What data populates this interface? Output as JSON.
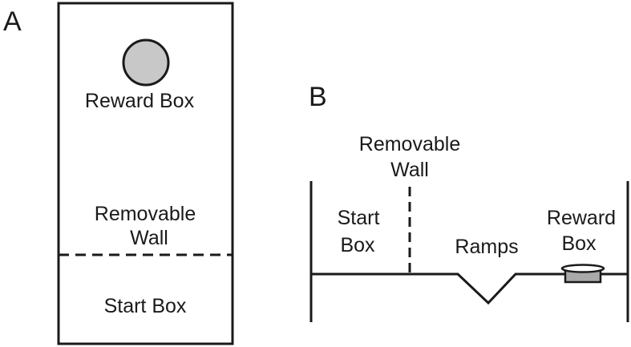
{
  "panel_a": {
    "letter": "A",
    "reward_box": "Reward Box",
    "removable_wall": [
      "Removable",
      "Wall"
    ],
    "start_box": "Start Box"
  },
  "panel_b": {
    "letter": "B",
    "removable_wall": [
      "Removable",
      "Wall"
    ],
    "start_box": [
      "Start",
      "Box"
    ],
    "ramps": "Ramps",
    "reward_box": [
      "Reward",
      "Box"
    ]
  },
  "colors": {
    "stroke": "#1a1a1a",
    "reward_fill": "#c8c8c8",
    "bowl_fill": "#a9a9a9"
  }
}
